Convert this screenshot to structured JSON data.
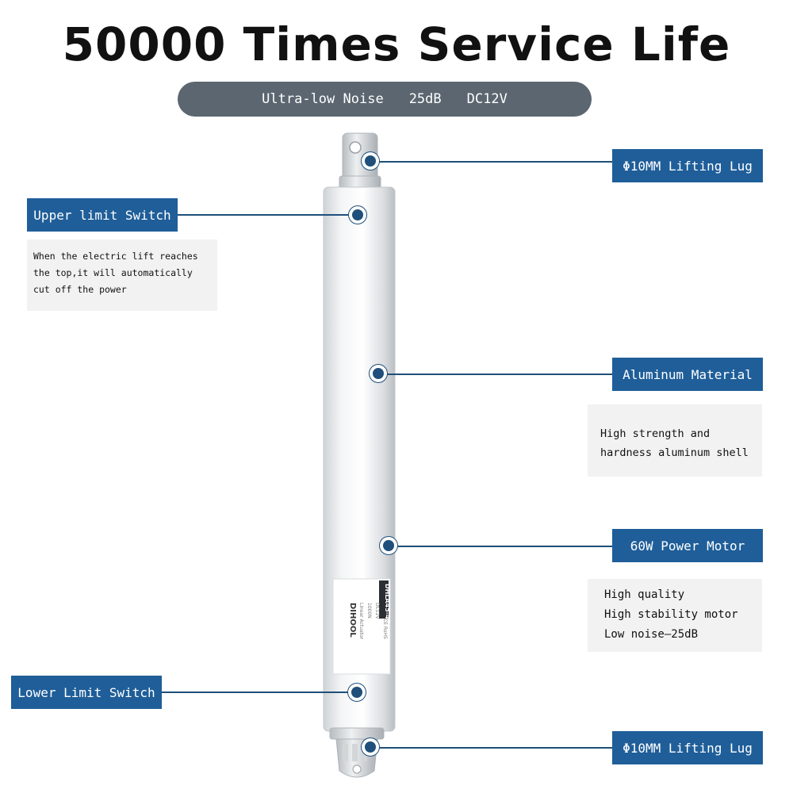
{
  "title": "50000 Times Service Life",
  "subtitle": {
    "items": [
      "Ultra-low Noise",
      "25dB",
      "DC12V"
    ]
  },
  "labels": {
    "top_lug": "Φ10MM Lifting Lug",
    "upper_switch": "Upper limit Switch",
    "aluminum": "Aluminum Material",
    "motor": "60W Power Motor",
    "lower_switch": "Lower Limit Switch",
    "bottom_lug": "Φ10MM Lifting Lug"
  },
  "descriptions": {
    "upper_switch": [
      "When the electric lift reaches",
      "the top,it will automatically",
      "cut off the power"
    ],
    "aluminum": [
      "High strength and",
      "hardness aluminum shell"
    ],
    "motor": [
      "High quality",
      "High stability motor",
      "Low noise—25dB"
    ]
  },
  "product_label": {
    "brand": "DIHOOL",
    "model": "DHLA45-45",
    "product": "Linear Actuator",
    "capacity": "1000N",
    "voltage": "DC12V",
    "cert": "CE RoHS"
  },
  "colors": {
    "label_bg": "#1f5e99",
    "subbar_bg": "#5b6670",
    "line": "#1f4f7a",
    "desc_bg": "#f2f2f2"
  }
}
